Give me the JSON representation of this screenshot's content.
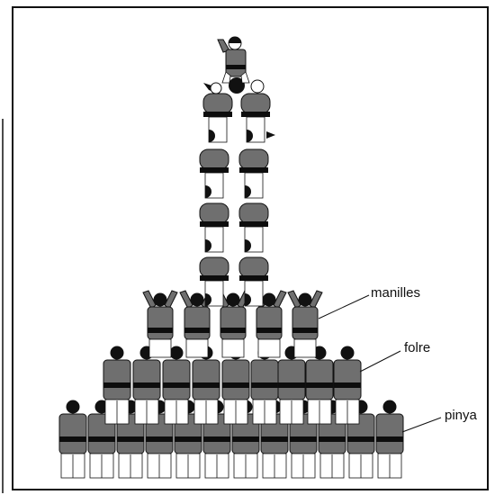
{
  "diagram": {
    "labels": {
      "manilles": "manilles",
      "folre": "folre",
      "pinya": "pinya"
    },
    "tiers": {
      "pinya_count": 12,
      "folre_count": 9,
      "manilles_count": 5,
      "tronc_levels": 4,
      "tronc_pair": 2
    },
    "colors": {
      "shirt": "#6f6f6f",
      "band": "#0d0d0d",
      "head": "#111111",
      "outline": "#111111",
      "background": "#ffffff"
    },
    "icons": [
      "human-tower-person-icon",
      "enxaneta-icon",
      "aixecador-icon"
    ]
  }
}
